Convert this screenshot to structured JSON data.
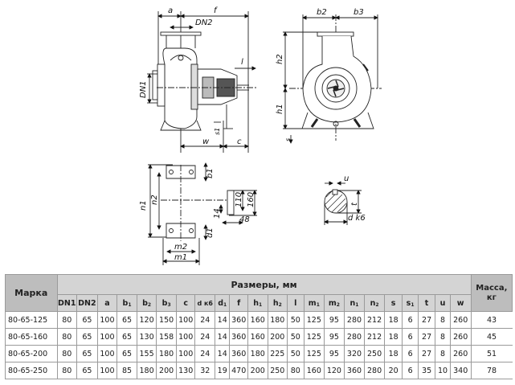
{
  "drawings": {
    "side_view": {
      "dims": {
        "a": "a",
        "f": "f",
        "dn2": "DN2",
        "dn1": "DN1",
        "l": "l",
        "w": "w",
        "c": "c",
        "s1": "s1"
      }
    },
    "front_view": {
      "dims": {
        "b2": "b2",
        "b3": "b3",
        "h2": "h2",
        "h1": "h1",
        "s": "s"
      }
    },
    "foot_view": {
      "dims": {
        "n1": "n1",
        "n2": "n2",
        "b1": "b1",
        "d1": "d1",
        "m1": "m1",
        "m2": "m2",
        "v110": "110",
        "v160": "160",
        "v14": "14",
        "v48": "48"
      }
    },
    "shaft_view": {
      "dims": {
        "u": "u",
        "t": "t",
        "dk6": "d k6"
      }
    }
  },
  "table": {
    "marka_header": "Марка",
    "group_header": "Размеры, мм",
    "mass_header_line1": "Масса,",
    "mass_header_line2": "кг",
    "columns": [
      {
        "base": "DN1",
        "sub": ""
      },
      {
        "base": "DN2",
        "sub": ""
      },
      {
        "base": "a",
        "sub": ""
      },
      {
        "base": "b",
        "sub": "1"
      },
      {
        "base": "b",
        "sub": "2"
      },
      {
        "base": "b",
        "sub": "3"
      },
      {
        "base": "c",
        "sub": ""
      },
      {
        "base": "d к6",
        "sub": ""
      },
      {
        "base": "d",
        "sub": "1"
      },
      {
        "base": "f",
        "sub": ""
      },
      {
        "base": "h",
        "sub": "1"
      },
      {
        "base": "h",
        "sub": "2"
      },
      {
        "base": "l",
        "sub": ""
      },
      {
        "base": "m",
        "sub": "1"
      },
      {
        "base": "m",
        "sub": "2"
      },
      {
        "base": "n",
        "sub": "1"
      },
      {
        "base": "n",
        "sub": "2"
      },
      {
        "base": "s",
        "sub": ""
      },
      {
        "base": "s",
        "sub": "1"
      },
      {
        "base": "t",
        "sub": ""
      },
      {
        "base": "u",
        "sub": ""
      },
      {
        "base": "w",
        "sub": ""
      }
    ],
    "rows": [
      {
        "model": "80-65-125",
        "values": [
          "80",
          "65",
          "100",
          "65",
          "120",
          "150",
          "100",
          "24",
          "14",
          "360",
          "160",
          "180",
          "50",
          "125",
          "95",
          "280",
          "212",
          "18",
          "6",
          "27",
          "8",
          "260"
        ],
        "mass": "43"
      },
      {
        "model": "80-65-160",
        "values": [
          "80",
          "65",
          "100",
          "65",
          "130",
          "158",
          "100",
          "24",
          "14",
          "360",
          "160",
          "200",
          "50",
          "125",
          "95",
          "280",
          "212",
          "18",
          "6",
          "27",
          "8",
          "260"
        ],
        "mass": "45"
      },
      {
        "model": "80-65-200",
        "values": [
          "80",
          "65",
          "100",
          "65",
          "155",
          "180",
          "100",
          "24",
          "14",
          "360",
          "180",
          "225",
          "50",
          "125",
          "95",
          "320",
          "250",
          "18",
          "6",
          "27",
          "8",
          "260"
        ],
        "mass": "51"
      },
      {
        "model": "80-65-250",
        "values": [
          "80",
          "65",
          "100",
          "85",
          "180",
          "200",
          "130",
          "32",
          "19",
          "470",
          "200",
          "250",
          "80",
          "160",
          "120",
          "360",
          "280",
          "20",
          "6",
          "35",
          "10",
          "340"
        ],
        "mass": "78"
      }
    ]
  }
}
